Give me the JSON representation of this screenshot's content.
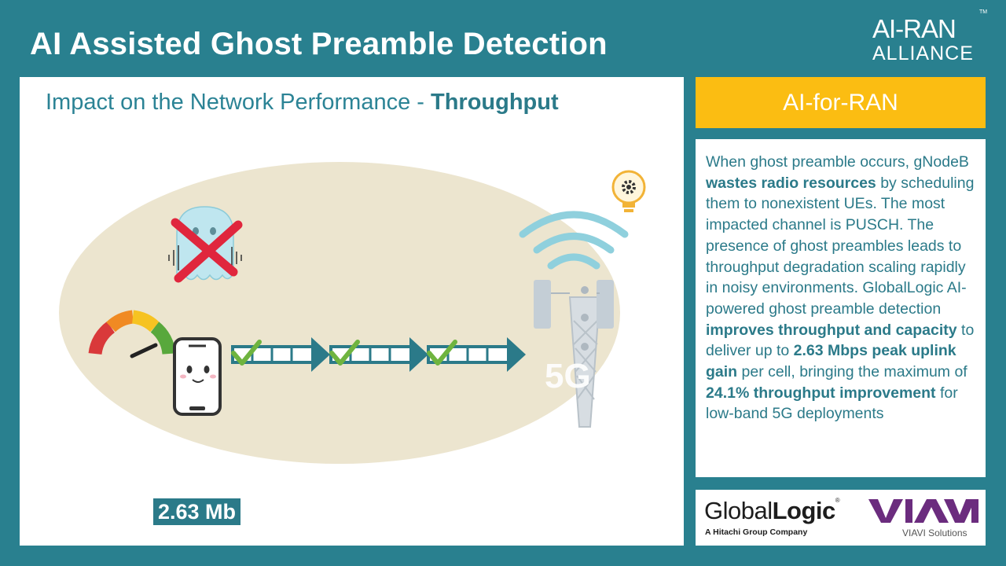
{
  "slide": {
    "title": "AI Assisted Ghost Preamble Detection",
    "subtitle_prefix": "Impact on the Network Performance - ",
    "subtitle_bold": "Throughput",
    "throughput_label": "2.63 Mb",
    "tower_text": "5G"
  },
  "brand": {
    "line1": "AI-RAN",
    "line2": "ALLIANCE",
    "tm": "TM"
  },
  "sidebar": {
    "tag": "AI-for-RAN",
    "description": [
      {
        "t": "When ghost preamble occurs, gNodeB ",
        "b": false
      },
      {
        "t": "wastes radio resources",
        "b": true
      },
      {
        "t": " by scheduling them to nonexistent UEs. The most impacted channel is PUSCH. The presence of ghost preambles leads to throughput degradation scaling rapidly in noisy environments. GlobalLogic AI-powered ghost preamble detection ",
        "b": false
      },
      {
        "t": "improves throughput and capacity",
        "b": true
      },
      {
        "t": " to deliver up to ",
        "b": false
      },
      {
        "t": "2.63 Mbps peak uplink gain",
        "b": true
      },
      {
        "t": " per cell, bringing the maximum of ",
        "b": false
      },
      {
        "t": "24.1% throughput improvement",
        "b": true
      },
      {
        "t": " for low-band 5G deployments",
        "b": false
      }
    ]
  },
  "partners": {
    "globallogic_plain": "Global",
    "globallogic_bold": "Logic",
    "globallogic_reg": "®",
    "globallogic_sub": "A Hitachi Group Company",
    "viavi_sub": "VIAVI Solutions"
  },
  "colors": {
    "background": "#29808f",
    "teal_text": "#2b7a89",
    "accent_yellow": "#fbbd12",
    "ellipse": "#ece5cf",
    "check_green": "#6fb43f",
    "cross_red": "#e0263d",
    "viavi_purple": "#6b2c7e"
  }
}
